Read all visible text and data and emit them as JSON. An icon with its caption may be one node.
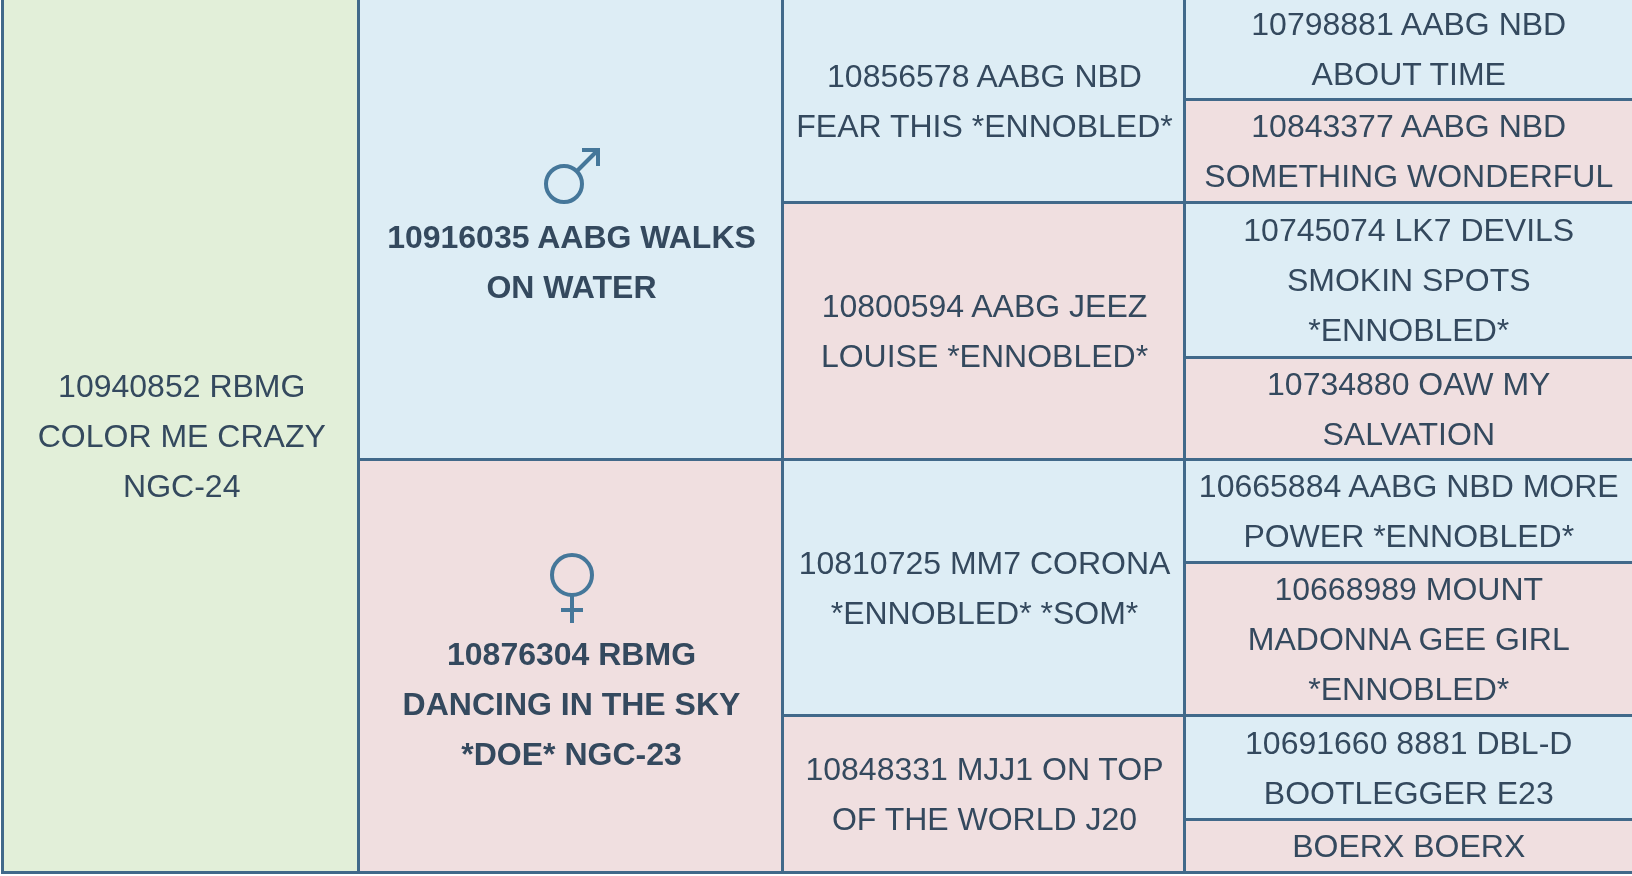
{
  "diagram": {
    "nodes": [
      {
        "text": [
          "10940852 RBMG COLOR ME CRAZY NGC-24"
        ]
      },
      {
        "text": [
          "10916035 AABG WALKS ON WATER"
        ]
      },
      {
        "text": [
          "10856578 AABG NBD FEAR THIS *ENNOBLED*"
        ]
      },
      {
        "text": [
          "10798881 AABG NBD ABOUT TIME"
        ]
      },
      {
        "text": [
          "10843377 AABG NBD SOMETHING WONDERFUL"
        ]
      },
      {
        "text": [
          "10800594 AABG JEEZ LOUISE *ENNOBLED*"
        ]
      },
      {
        "text": [
          "10745074 LK7 DEVILS SMOKIN SPOTS *ENNOBLED*"
        ]
      },
      {
        "text": [
          "10734880 OAW MY SALVATION"
        ]
      },
      {
        "text": [
          "10876304 RBMG DANCING IN THE SKY *DOE* NGC-23"
        ]
      },
      {
        "text": [
          "10810725 MM7 CORONA *ENNOBLED* *SOM*"
        ]
      },
      {
        "text": [
          "10665884 AABG NBD MORE POWER *ENNOBLED*"
        ]
      },
      {
        "text": [
          "10668989 MOUNT MADONNA GEE GIRL *ENNOBLED*"
        ]
      },
      {
        "text": [
          "10848331 MJJ1 ON TOP OF THE WORLD J20"
        ]
      },
      {
        "text": [
          "10691660 8881 DBL-D BOOTLEGGER E23"
        ]
      },
      {
        "text": [
          "BOERX BOERX"
        ]
      }
    ]
  }
}
